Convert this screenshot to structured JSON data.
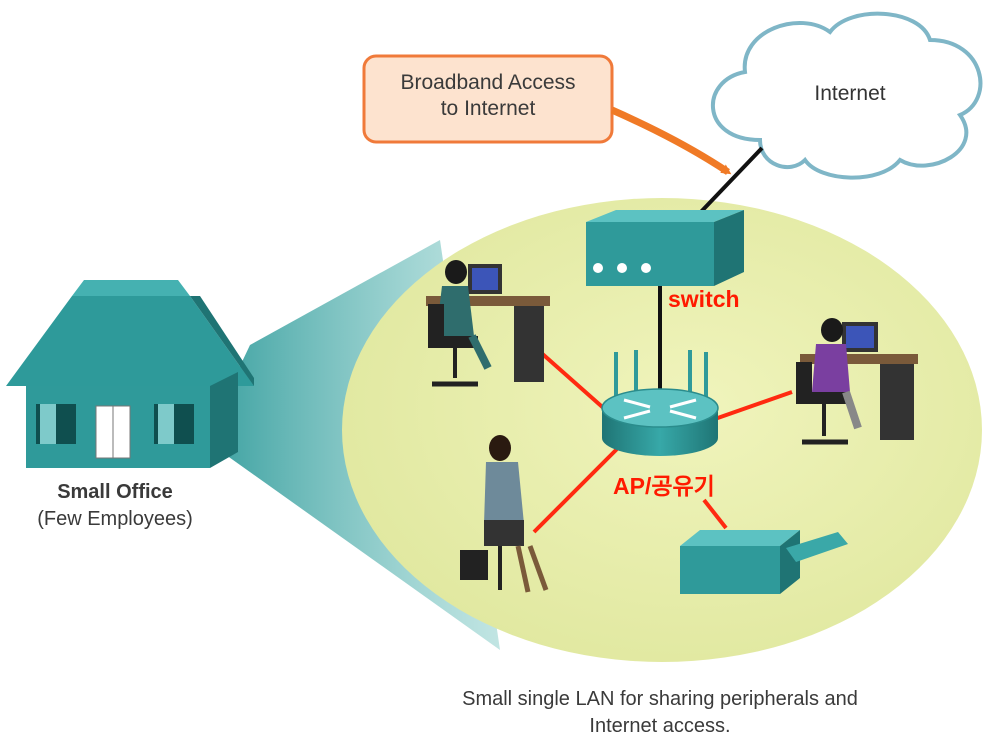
{
  "callout": {
    "line1": "Broadband Access",
    "line2": "to Internet"
  },
  "cloud": {
    "label": "Internet"
  },
  "switch": {
    "label": "switch"
  },
  "ap": {
    "label": "AP/공유기"
  },
  "office": {
    "title": "Small Office",
    "subtitle": "(Few Employees)"
  },
  "caption": {
    "line1": "Small single LAN for sharing peripherals and",
    "line2": "Internet access."
  },
  "colors": {
    "lan_ellipse": "#e9eeae",
    "teal": "#2f9a9a",
    "teal_dark": "#1f7474",
    "link_red": "#ff2a10",
    "annotation_red": "#ff1a00",
    "callout_fill": "#fde3cf",
    "callout_border": "#f07a3a",
    "arrow_orange": "#f07a26"
  }
}
